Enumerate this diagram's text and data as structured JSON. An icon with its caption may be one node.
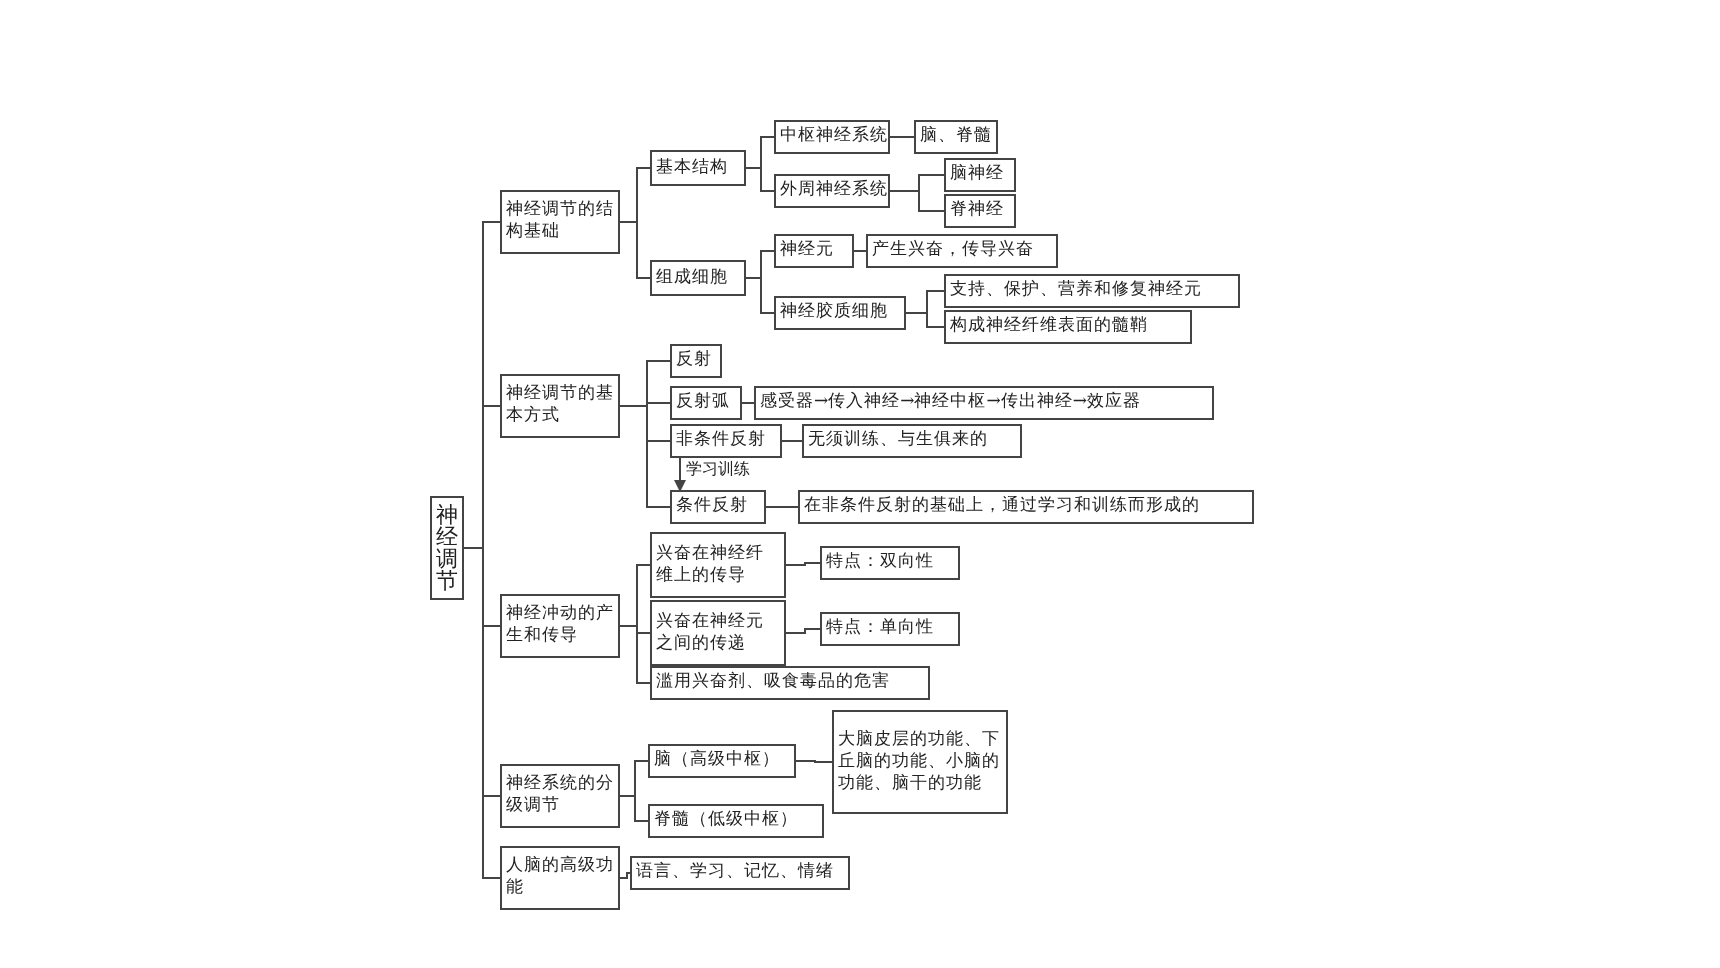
{
  "diagram": {
    "nodes": [
      {
        "text": [
          "神经调节"
        ]
      },
      {
        "text": [
          "神经调节的结构基础"
        ]
      },
      {
        "text": [
          "基本结构"
        ]
      },
      {
        "text": [
          "中枢神经系统"
        ]
      },
      {
        "text": [
          "脑、脊髓"
        ]
      },
      {
        "text": [
          "外周神经系统"
        ]
      },
      {
        "text": [
          "脑神经"
        ]
      },
      {
        "text": [
          "脊神经"
        ]
      },
      {
        "text": [
          "组成细胞"
        ]
      },
      {
        "text": [
          "神经元"
        ]
      },
      {
        "text": [
          "产生兴奋，传导兴奋"
        ]
      },
      {
        "text": [
          "神经胶质细胞"
        ]
      },
      {
        "text": [
          "支持、保护、营养和修复神经元"
        ]
      },
      {
        "text": [
          "构成神经纤维表面的髓鞘"
        ]
      },
      {
        "text": [
          "神经调节的基本方式"
        ]
      },
      {
        "text": [
          "反射"
        ]
      },
      {
        "text": [
          "反射弧"
        ]
      },
      {
        "text": [
          "感受器→传入神经→神经中枢→传出神经→效应器"
        ]
      },
      {
        "text": [
          "非条件反射"
        ]
      },
      {
        "text": [
          "无须训练、与生俱来的"
        ]
      },
      {
        "text": [
          "条件反射"
        ]
      },
      {
        "text": [
          "在非条件反射的基础上，通过学习和训练而形成的"
        ]
      },
      {
        "text": [
          "神经冲动的产生和传导"
        ]
      },
      {
        "text": [
          "兴奋在神经纤维上的传导"
        ]
      },
      {
        "text": [
          "特点：双向性"
        ]
      },
      {
        "text": [
          "兴奋在神经元之间的传递"
        ]
      },
      {
        "text": [
          "特点：单向性"
        ]
      },
      {
        "text": [
          "滥用兴奋剂、吸食毒品的危害"
        ]
      },
      {
        "text": [
          "神经系统的分级调节"
        ]
      },
      {
        "text": [
          "脑（高级中枢）"
        ]
      },
      {
        "text": [
          "大脑皮层的功能、下丘脑的功能、小脑的功能、脑干的功能"
        ]
      },
      {
        "text": [
          "脊髓（低级中枢）"
        ]
      },
      {
        "text": [
          "人脑的高级功能"
        ]
      },
      {
        "text": [
          "语言、学习、记忆、情绪"
        ]
      }
    ],
    "edges": [
      {
        "from": 0,
        "to": 1,
        "arrow": "none"
      },
      {
        "from": 1,
        "to": 2,
        "arrow": "none"
      },
      {
        "from": 2,
        "to": 3,
        "arrow": "none"
      },
      {
        "from": 3,
        "to": 4,
        "arrow": "none"
      },
      {
        "from": 2,
        "to": 5,
        "arrow": "none"
      },
      {
        "from": 5,
        "to": 6,
        "arrow": "none"
      },
      {
        "from": 5,
        "to": 7,
        "arrow": "none"
      },
      {
        "from": 1,
        "to": 8,
        "arrow": "none"
      },
      {
        "from": 8,
        "to": 9,
        "arrow": "none"
      },
      {
        "from": 9,
        "to": 10,
        "arrow": "none"
      },
      {
        "from": 8,
        "to": 11,
        "arrow": "none"
      },
      {
        "from": 11,
        "to": 12,
        "arrow": "none"
      },
      {
        "from": 11,
        "to": 13,
        "arrow": "none"
      },
      {
        "from": 0,
        "to": 14,
        "arrow": "none"
      },
      {
        "from": 14,
        "to": 15,
        "arrow": "none"
      },
      {
        "from": 14,
        "to": 16,
        "arrow": "none"
      },
      {
        "from": 16,
        "to": 17,
        "arrow": "none"
      },
      {
        "from": 14,
        "to": 18,
        "arrow": "none"
      },
      {
        "from": 18,
        "to": 19,
        "arrow": "none"
      },
      {
        "from": 18,
        "to": 20,
        "arrow": "to",
        "label": "学习训练"
      },
      {
        "from": 14,
        "to": 20,
        "arrow": "none"
      },
      {
        "from": 20,
        "to": 21,
        "arrow": "none"
      },
      {
        "from": 0,
        "to": 22,
        "arrow": "none"
      },
      {
        "from": 22,
        "to": 23,
        "arrow": "none"
      },
      {
        "from": 23,
        "to": 24,
        "arrow": "none"
      },
      {
        "from": 22,
        "to": 25,
        "arrow": "none"
      },
      {
        "from": 25,
        "to": 26,
        "arrow": "none"
      },
      {
        "from": 22,
        "to": 27,
        "arrow": "none"
      },
      {
        "from": 0,
        "to": 28,
        "arrow": "none"
      },
      {
        "from": 28,
        "to": 29,
        "arrow": "none"
      },
      {
        "from": 29,
        "to": 30,
        "arrow": "none"
      },
      {
        "from": 28,
        "to": 31,
        "arrow": "none"
      },
      {
        "from": 0,
        "to": 32,
        "arrow": "none"
      },
      {
        "from": 32,
        "to": 33,
        "arrow": "none"
      }
    ]
  }
}
